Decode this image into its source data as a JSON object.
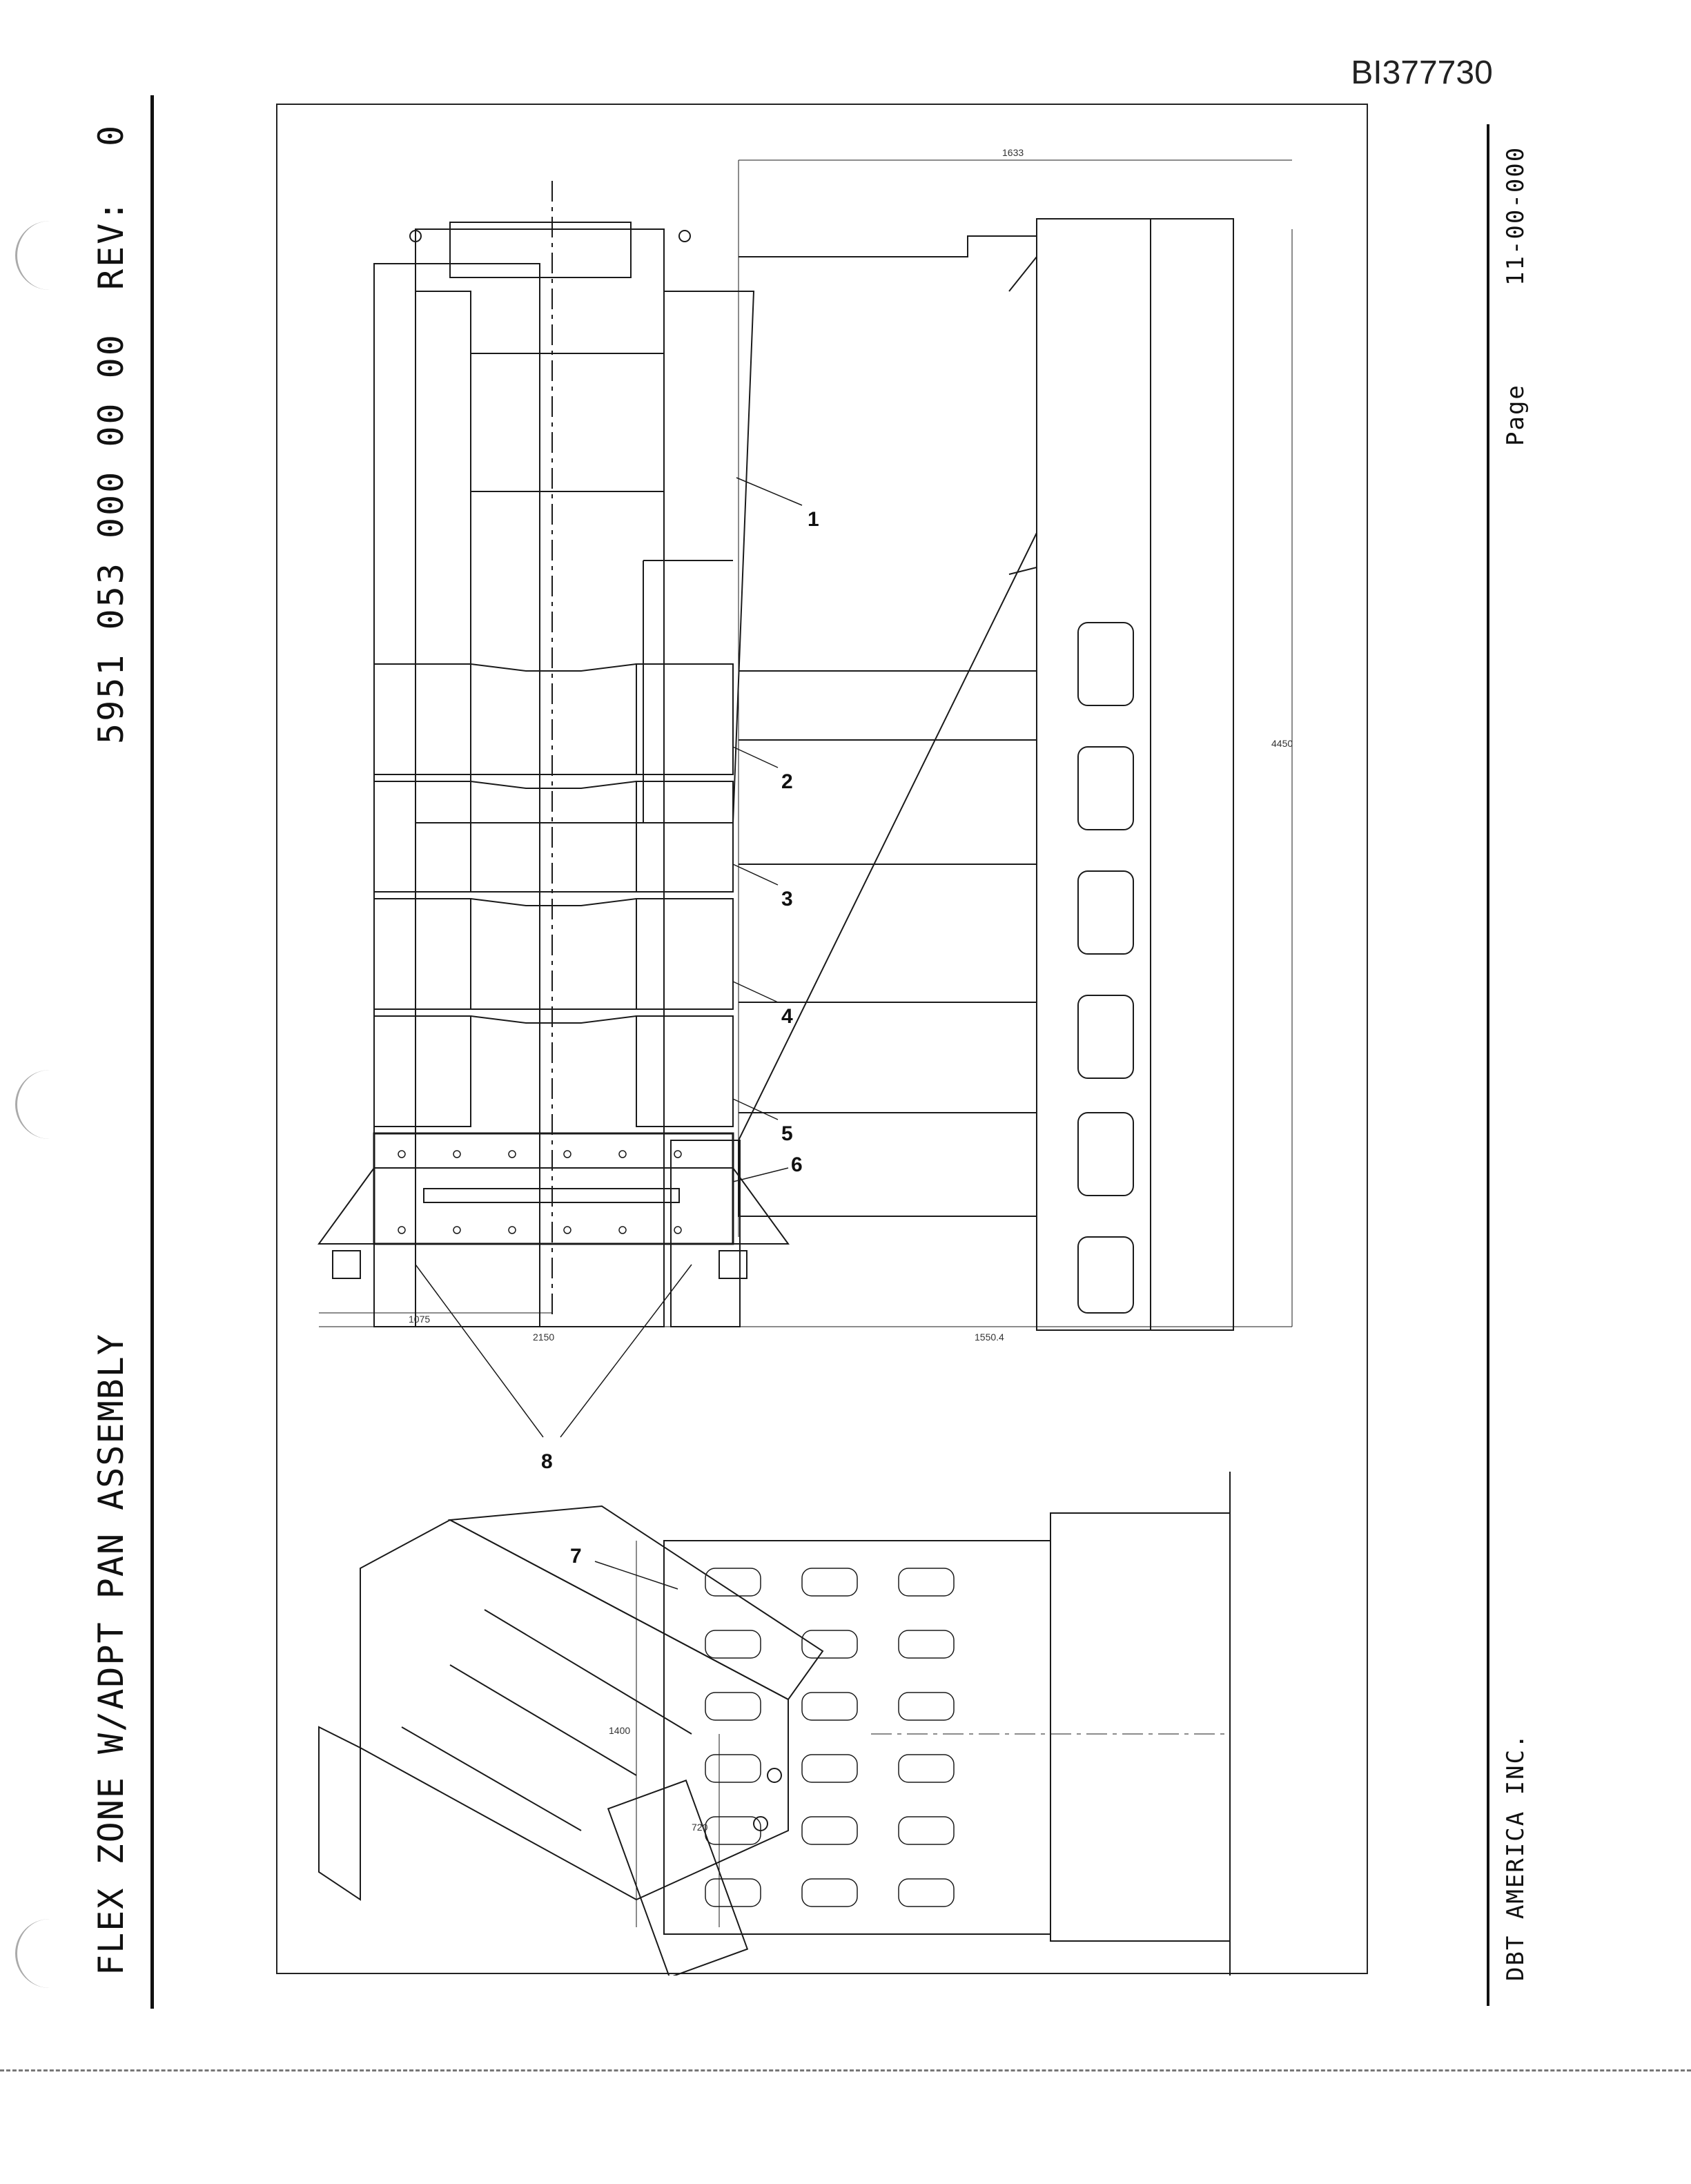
{
  "document_id": "BI377730",
  "header": {
    "title": "FLEX ZONE W/ADPT PAN ASSEMBLY",
    "part_number": "5951 053 000 00 00",
    "rev_label": "REV:",
    "rev_value": "0"
  },
  "footer": {
    "company": "DBT AMERICA INC.",
    "page_label": "Page",
    "page_number": "11-00-000"
  },
  "drawing": {
    "callouts": [
      "1",
      "2",
      "3",
      "4",
      "5",
      "6",
      "7",
      "8"
    ],
    "dimensions": {
      "plan_inner": "1075",
      "plan_overall": "2150",
      "side_top": "1633",
      "side_length": "4450",
      "side_bottom": "1550.4",
      "end_height": "1400",
      "end_half": "720"
    }
  }
}
